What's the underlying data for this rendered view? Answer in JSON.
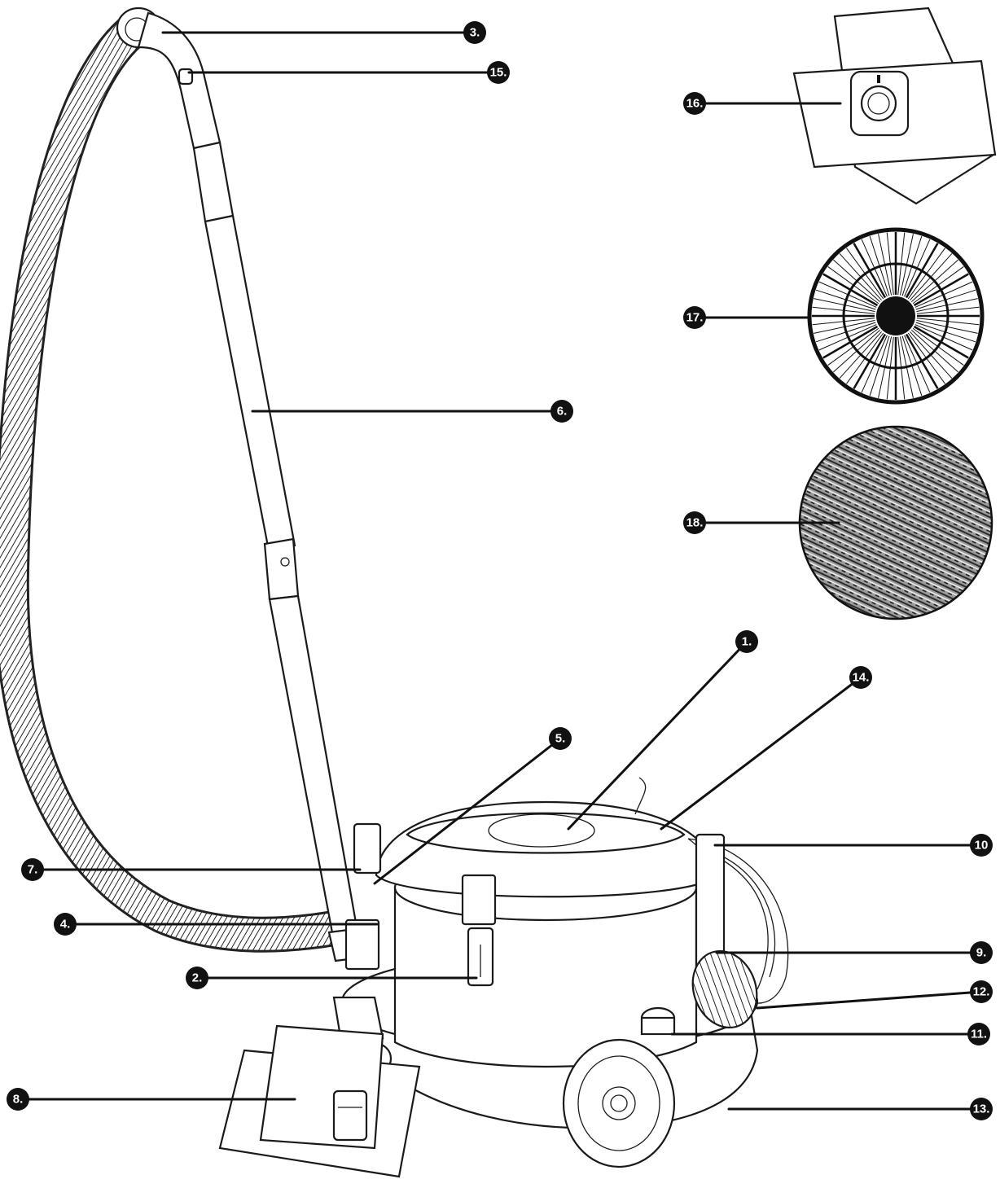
{
  "diagram": {
    "callouts": [
      {
        "id": "c1",
        "label": "1."
      },
      {
        "id": "c2",
        "label": "2."
      },
      {
        "id": "c3",
        "label": "3."
      },
      {
        "id": "c4",
        "label": "4."
      },
      {
        "id": "c5",
        "label": "5."
      },
      {
        "id": "c6",
        "label": "6."
      },
      {
        "id": "c7",
        "label": "7."
      },
      {
        "id": "c8",
        "label": "8."
      },
      {
        "id": "c9",
        "label": "9."
      },
      {
        "id": "c10",
        "label": "10"
      },
      {
        "id": "c11",
        "label": "11."
      },
      {
        "id": "c12",
        "label": "12."
      },
      {
        "id": "c13",
        "label": "13."
      },
      {
        "id": "c14",
        "label": "14."
      },
      {
        "id": "c15",
        "label": "15."
      },
      {
        "id": "c16",
        "label": "16."
      },
      {
        "id": "c17",
        "label": "17."
      },
      {
        "id": "c18",
        "label": "18."
      }
    ],
    "colors": {
      "ink": "#111111",
      "badge": "#111111",
      "background": "#ffffff"
    }
  }
}
